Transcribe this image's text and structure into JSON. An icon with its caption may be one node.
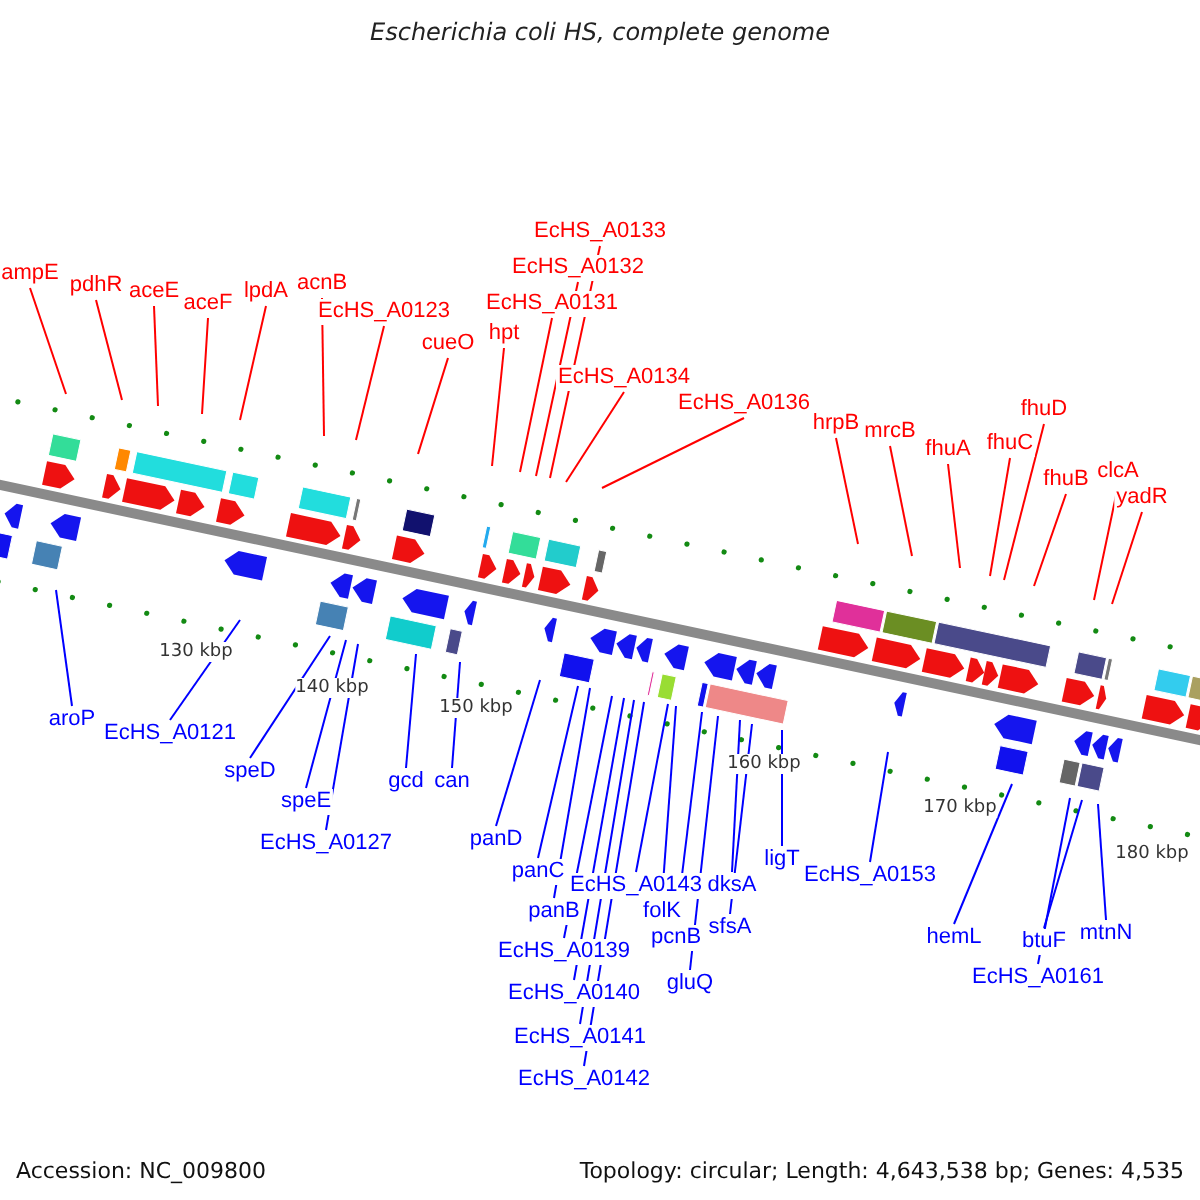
{
  "diagram": {
    "title": "Escherichia coli HS, complete genome",
    "nodes": [
      {
        "text": [
          "ampE"
        ]
      },
      {
        "text": [
          "pdhR"
        ]
      },
      {
        "text": [
          "aceE"
        ]
      },
      {
        "text": [
          "aceF"
        ]
      },
      {
        "text": [
          "lpdA"
        ]
      },
      {
        "text": [
          "acnB"
        ]
      },
      {
        "text": [
          "EcHS_A0123"
        ]
      },
      {
        "text": [
          "cueO"
        ]
      },
      {
        "text": [
          "hpt"
        ]
      },
      {
        "text": [
          "EcHS_A0131"
        ]
      },
      {
        "text": [
          "EcHS_A0132"
        ]
      },
      {
        "text": [
          "EcHS_A0133"
        ]
      },
      {
        "text": [
          "EcHS_A0134"
        ]
      },
      {
        "text": [
          "EcHS_A0136"
        ]
      },
      {
        "text": [
          "hrpB"
        ]
      },
      {
        "text": [
          "mrcB"
        ]
      },
      {
        "text": [
          "fhuA"
        ]
      },
      {
        "text": [
          "fhuC"
        ]
      },
      {
        "text": [
          "fhuD"
        ]
      },
      {
        "text": [
          "fhuB"
        ]
      },
      {
        "text": [
          "clcA"
        ]
      },
      {
        "text": [
          "yadR"
        ]
      },
      {
        "text": [
          "aroP"
        ]
      },
      {
        "text": [
          "EcHS_A0121"
        ]
      },
      {
        "text": [
          "speD"
        ]
      },
      {
        "text": [
          "speE"
        ]
      },
      {
        "text": [
          "EcHS_A0127"
        ]
      },
      {
        "text": [
          "gcd"
        ]
      },
      {
        "text": [
          "can"
        ]
      },
      {
        "text": [
          "panD"
        ]
      },
      {
        "text": [
          "panC"
        ]
      },
      {
        "text": [
          "panB"
        ]
      },
      {
        "text": [
          "EcHS_A0139"
        ]
      },
      {
        "text": [
          "EcHS_A0140"
        ]
      },
      {
        "text": [
          "EcHS_A0141"
        ]
      },
      {
        "text": [
          "EcHS_A0142"
        ]
      },
      {
        "text": [
          "EcHS_A0143"
        ]
      },
      {
        "text": [
          "folK"
        ]
      },
      {
        "text": [
          "pcnB"
        ]
      },
      {
        "text": [
          "gluQ"
        ]
      },
      {
        "text": [
          "dksA"
        ]
      },
      {
        "text": [
          "sfsA"
        ]
      },
      {
        "text": [
          "ligT"
        ]
      },
      {
        "text": [
          "EcHS_A0153"
        ]
      },
      {
        "text": [
          "hemL"
        ]
      },
      {
        "text": [
          "EcHS_A0161"
        ]
      },
      {
        "text": [
          "btuF"
        ]
      },
      {
        "text": [
          "mtnN"
        ]
      }
    ],
    "edges": [
      {
        "from": 0,
        "to": null,
        "arrow": "none",
        "color": "#ff0000"
      },
      {
        "from": 1,
        "to": null,
        "arrow": "none",
        "color": "#ff0000"
      },
      {
        "from": 2,
        "to": null,
        "arrow": "none",
        "color": "#ff0000"
      },
      {
        "from": 3,
        "to": null,
        "arrow": "none",
        "color": "#ff0000"
      },
      {
        "from": 4,
        "to": null,
        "arrow": "none",
        "color": "#ff0000"
      },
      {
        "from": 5,
        "to": null,
        "arrow": "none",
        "color": "#ff0000"
      },
      {
        "from": 6,
        "to": null,
        "arrow": "none",
        "color": "#ff0000"
      },
      {
        "from": 7,
        "to": null,
        "arrow": "none",
        "color": "#ff0000"
      },
      {
        "from": 8,
        "to": null,
        "arrow": "none",
        "color": "#ff0000"
      },
      {
        "from": 9,
        "to": null,
        "arrow": "none",
        "color": "#ff0000"
      },
      {
        "from": 10,
        "to": null,
        "arrow": "none",
        "color": "#ff0000"
      },
      {
        "from": 11,
        "to": null,
        "arrow": "none",
        "color": "#ff0000"
      },
      {
        "from": 12,
        "to": null,
        "arrow": "none",
        "color": "#ff0000"
      },
      {
        "from": 13,
        "to": null,
        "arrow": "none",
        "color": "#ff0000"
      },
      {
        "from": 14,
        "to": null,
        "arrow": "none",
        "color": "#ff0000"
      },
      {
        "from": 15,
        "to": null,
        "arrow": "none",
        "color": "#ff0000"
      },
      {
        "from": 16,
        "to": null,
        "arrow": "none",
        "color": "#ff0000"
      },
      {
        "from": 17,
        "to": null,
        "arrow": "none",
        "color": "#ff0000"
      },
      {
        "from": 18,
        "to": null,
        "arrow": "none",
        "color": "#ff0000"
      },
      {
        "from": 19,
        "to": null,
        "arrow": "none",
        "color": "#ff0000"
      },
      {
        "from": 20,
        "to": null,
        "arrow": "none",
        "color": "#ff0000"
      },
      {
        "from": 21,
        "to": null,
        "arrow": "none",
        "color": "#ff0000"
      },
      {
        "from": 22,
        "to": null,
        "arrow": "none"
      },
      {
        "from": 23,
        "to": null,
        "arrow": "none"
      },
      {
        "from": 24,
        "to": null,
        "arrow": "none"
      },
      {
        "from": 25,
        "to": null,
        "arrow": "none"
      },
      {
        "from": 26,
        "to": null,
        "arrow": "none"
      },
      {
        "from": 27,
        "to": null,
        "arrow": "none"
      },
      {
        "from": 28,
        "to": null,
        "arrow": "none"
      },
      {
        "from": 29,
        "to": null,
        "arrow": "none"
      },
      {
        "from": 30,
        "to": null,
        "arrow": "none"
      },
      {
        "from": 31,
        "to": null,
        "arrow": "none"
      },
      {
        "from": 32,
        "to": null,
        "arrow": "none"
      },
      {
        "from": 33,
        "to": null,
        "arrow": "none"
      },
      {
        "from": 34,
        "to": null,
        "arrow": "none"
      },
      {
        "from": 35,
        "to": null,
        "arrow": "none"
      },
      {
        "from": 36,
        "to": null,
        "arrow": "none"
      },
      {
        "from": 37,
        "to": null,
        "arrow": "none"
      },
      {
        "from": 38,
        "to": null,
        "arrow": "none"
      },
      {
        "from": 39,
        "to": null,
        "arrow": "none"
      },
      {
        "from": 40,
        "to": null,
        "arrow": "none"
      },
      {
        "from": 41,
        "to": null,
        "arrow": "none"
      },
      {
        "from": 42,
        "to": null,
        "arrow": "none"
      },
      {
        "from": 43,
        "to": null,
        "arrow": "none"
      },
      {
        "from": 44,
        "to": null,
        "arrow": "none"
      },
      {
        "from": 45,
        "to": null,
        "arrow": "none"
      },
      {
        "from": 46,
        "to": null,
        "arrow": "none"
      },
      {
        "from": 47,
        "to": null,
        "arrow": "none"
      }
    ],
    "labels": [
      "130 kbp",
      "140 kbp",
      "150 kbp",
      "160 kbp",
      "170 kbp",
      "180 kbp",
      "Accession: NC_009800",
      "Topology: circular; Length: 4,643,538 bp; Genes: 4,535"
    ]
  }
}
